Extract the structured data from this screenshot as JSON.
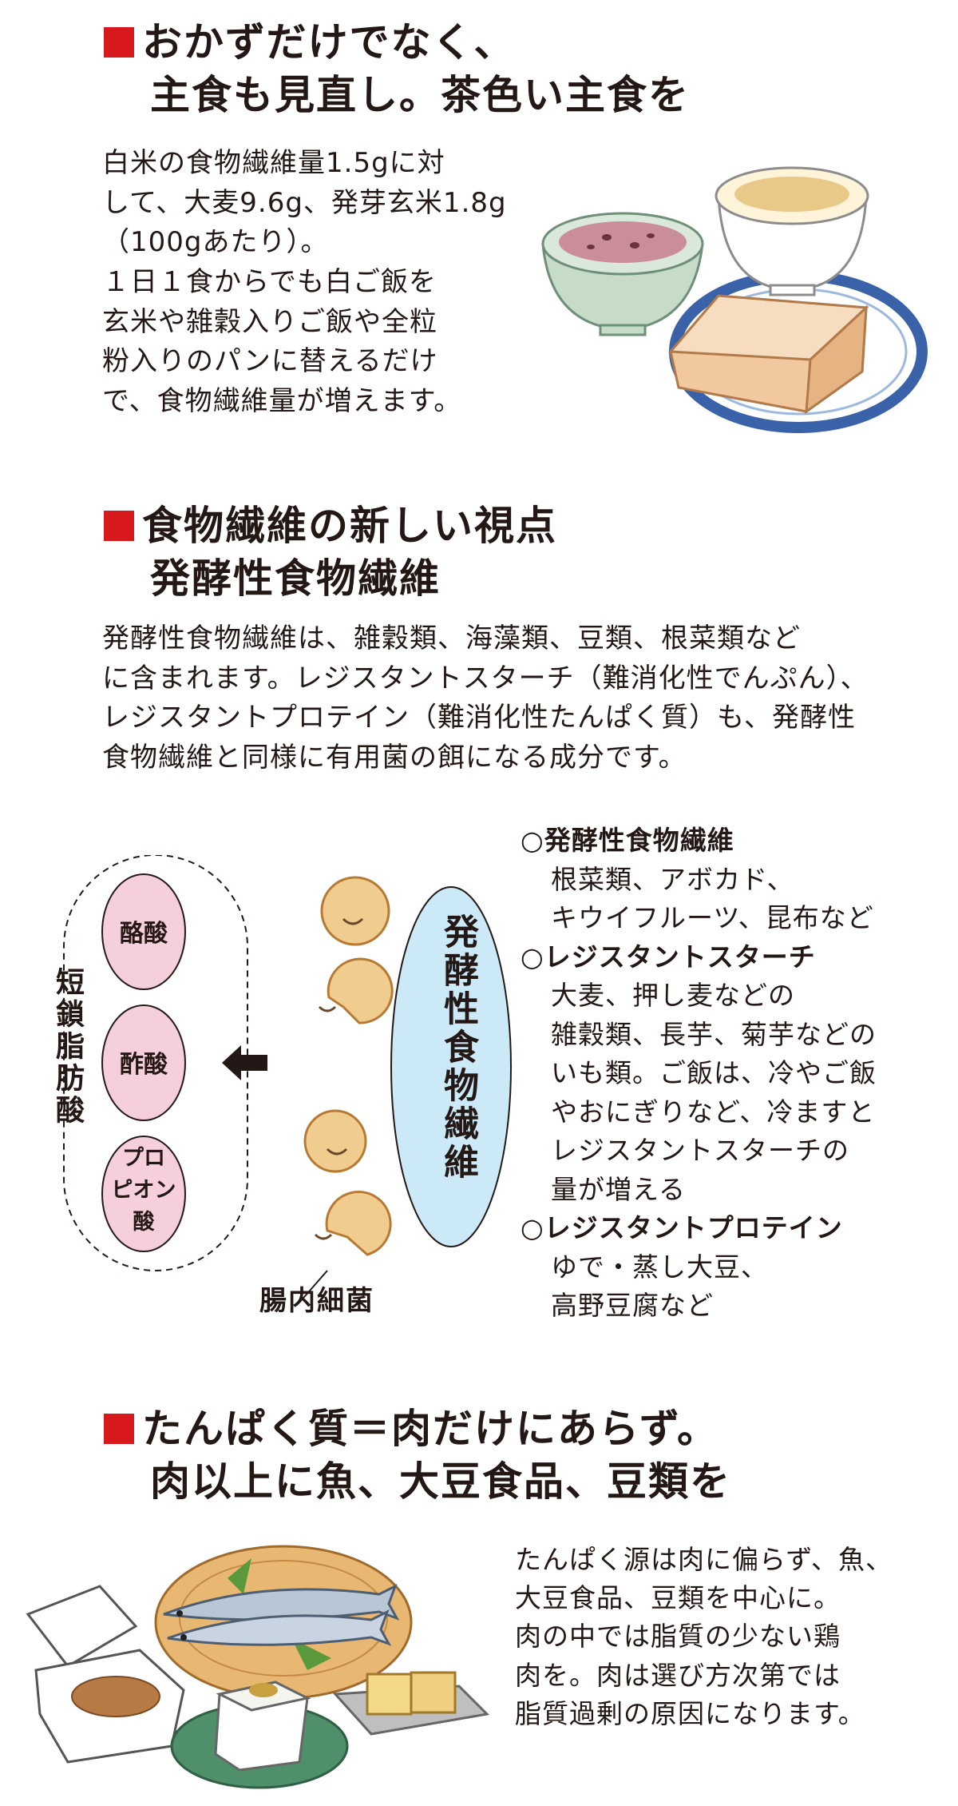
{
  "section1": {
    "heading_line1": "おかずだけでなく、",
    "heading_line2": "主食も見直し。茶色い主食を",
    "body": [
      "白米の食物繊維量1.5gに対",
      "して、大麦9.6g、発芽玄米1.8g",
      "（100gあたり）。",
      "１日１食からでも白ご飯を",
      "玄米や雑穀入りご飯や全粒",
      "粉入りのパンに替えるだけ",
      "で、食物繊維量が増えます。"
    ]
  },
  "section2": {
    "heading_line1": "食物繊維の新しい視点",
    "heading_line2": "発酵性食物繊維",
    "body": [
      "発酵性食物繊維は、雑穀類、海藻類、豆類、根菜類など",
      "に含まれます。レジスタントスターチ（難消化性でんぷん）、",
      "レジスタントプロテイン（難消化性たんぱく質）も、発酵性",
      "食物繊維と同様に有用菌の餌になる成分です。"
    ],
    "diagram": {
      "scfa_label": "短鎖脂肪酸",
      "acid1": "酪酸",
      "acid2": "酢酸",
      "acid3_line1": "プロ",
      "acid3_line2": "ピオン",
      "acid3_line3": "酸",
      "fiber_label": "発酵性食物繊維",
      "bacteria_label": "腸内細菌"
    },
    "list": [
      {
        "title": "○発酵性食物繊維",
        "lines": [
          "根菜類、アボカド、",
          "キウイフルーツ、昆布など"
        ]
      },
      {
        "title": "○レジスタントスターチ",
        "lines": [
          "大麦、押し麦などの",
          "雑穀類、長芋、菊芋などの",
          "いも類。ご飯は、冷やご飯",
          "やおにぎりなど、冷ますと",
          "レジスタントスターチの",
          "量が増える"
        ]
      },
      {
        "title": "○レジスタントプロテイン",
        "lines": [
          "ゆで・蒸し大豆、",
          "高野豆腐など"
        ]
      }
    ]
  },
  "section3": {
    "heading_line1": "たんぱく質＝肉だけにあらず。",
    "heading_line2": "肉以上に魚、大豆食品、豆類を",
    "body": [
      "たんぱく源は肉に偏らず、魚、",
      "大豆食品、豆類を中心に。",
      "肉の中では脂質の少ない鶏",
      "肉を。肉は選び方次第では",
      "脂質過剰の原因になります。"
    ]
  },
  "colors": {
    "marker_red": "#d7191e",
    "acid_pink": "#f6cfdc",
    "fiber_blue": "#cbe9f7",
    "bacteria_orange": "#f1cc8f"
  }
}
